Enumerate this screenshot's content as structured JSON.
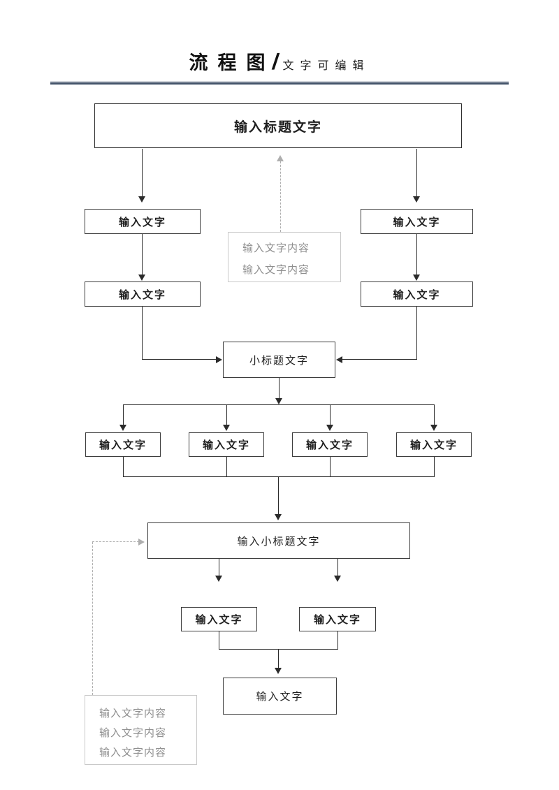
{
  "header": {
    "title": "流程图",
    "separator": "/",
    "subtitle": "文字可编辑"
  },
  "flowchart": {
    "title_box": "输入标题文字",
    "branch_left": [
      "输入文字",
      "输入文字"
    ],
    "branch_right": [
      "输入文字",
      "输入文字"
    ],
    "note_top": {
      "lines": [
        "输入文字内容",
        "输入文字内容"
      ]
    },
    "subtitle_box": "小标题文字",
    "row_boxes": [
      "输入文字",
      "输入文字",
      "输入文字",
      "输入文字"
    ],
    "section_box": "输入小标题文字",
    "pair_boxes": [
      "输入文字",
      "输入文字"
    ],
    "final_box": "输入文字",
    "note_bottom": {
      "lines": [
        "输入文字内容",
        "输入文字内容",
        "输入文字内容"
      ]
    }
  },
  "colors": {
    "rule": "#44546a",
    "box_border": "#3c3c3c",
    "box_text": "#1f1f1f",
    "note_border": "#c9c9c9",
    "note_text": "#8f8f8f",
    "line": "#2b2b2b",
    "dashed": "#aeaeae"
  }
}
